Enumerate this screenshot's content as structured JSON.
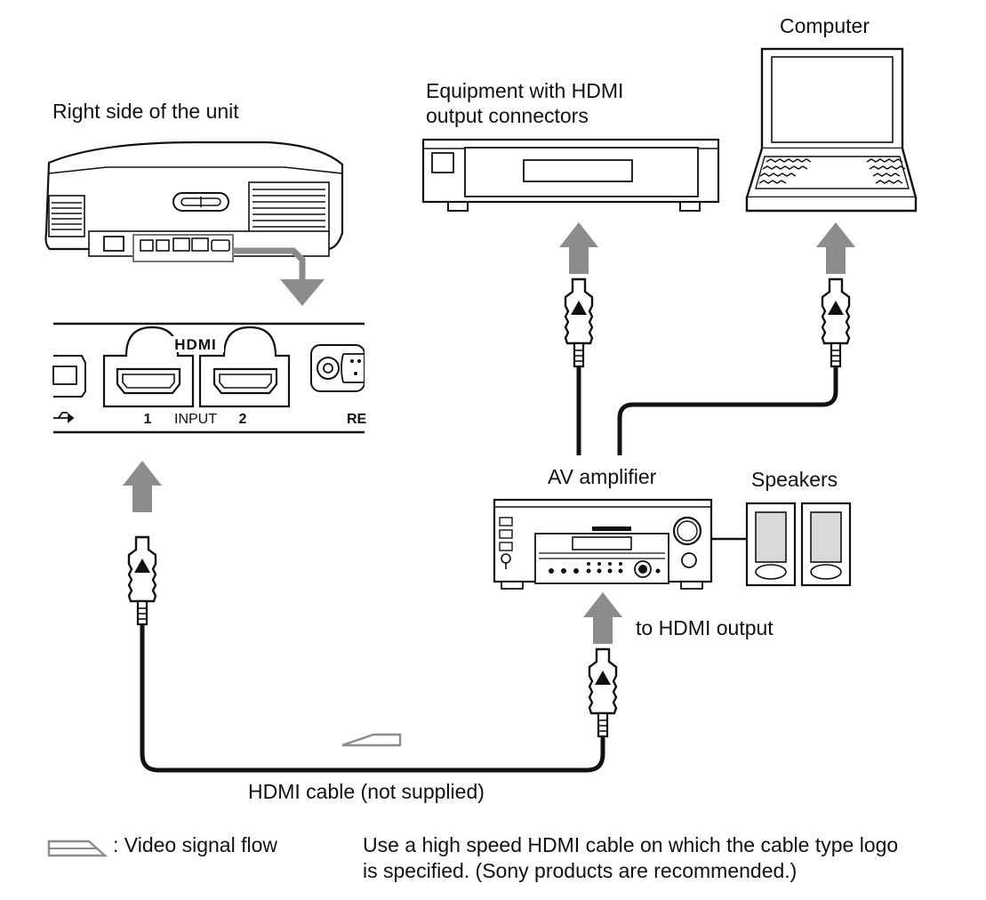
{
  "labels": {
    "unit_side": "Right side of the unit",
    "equipment_line1": "Equipment with HDMI",
    "equipment_line2": "output connectors",
    "computer": "Computer",
    "av_amplifier": "AV amplifier",
    "speakers": "Speakers",
    "to_hdmi_output": "to HDMI output",
    "cable": "HDMI cable (not supplied)"
  },
  "panel": {
    "logo": "HDMI",
    "input_1": "1",
    "input_caption": "INPUT",
    "input_2": "2",
    "rear_truncated": "RE"
  },
  "legend": {
    "signal_flow": ": Video signal flow"
  },
  "note": {
    "line1": "Use a high speed HDMI cable on which the cable type logo",
    "line2": "is specified. (Sony products are recommended.)"
  },
  "colors": {
    "line": "#111111",
    "arrow": "#8c8c8c",
    "panel_fill": "#ffffff",
    "device_shade": "#d9d9d9"
  }
}
